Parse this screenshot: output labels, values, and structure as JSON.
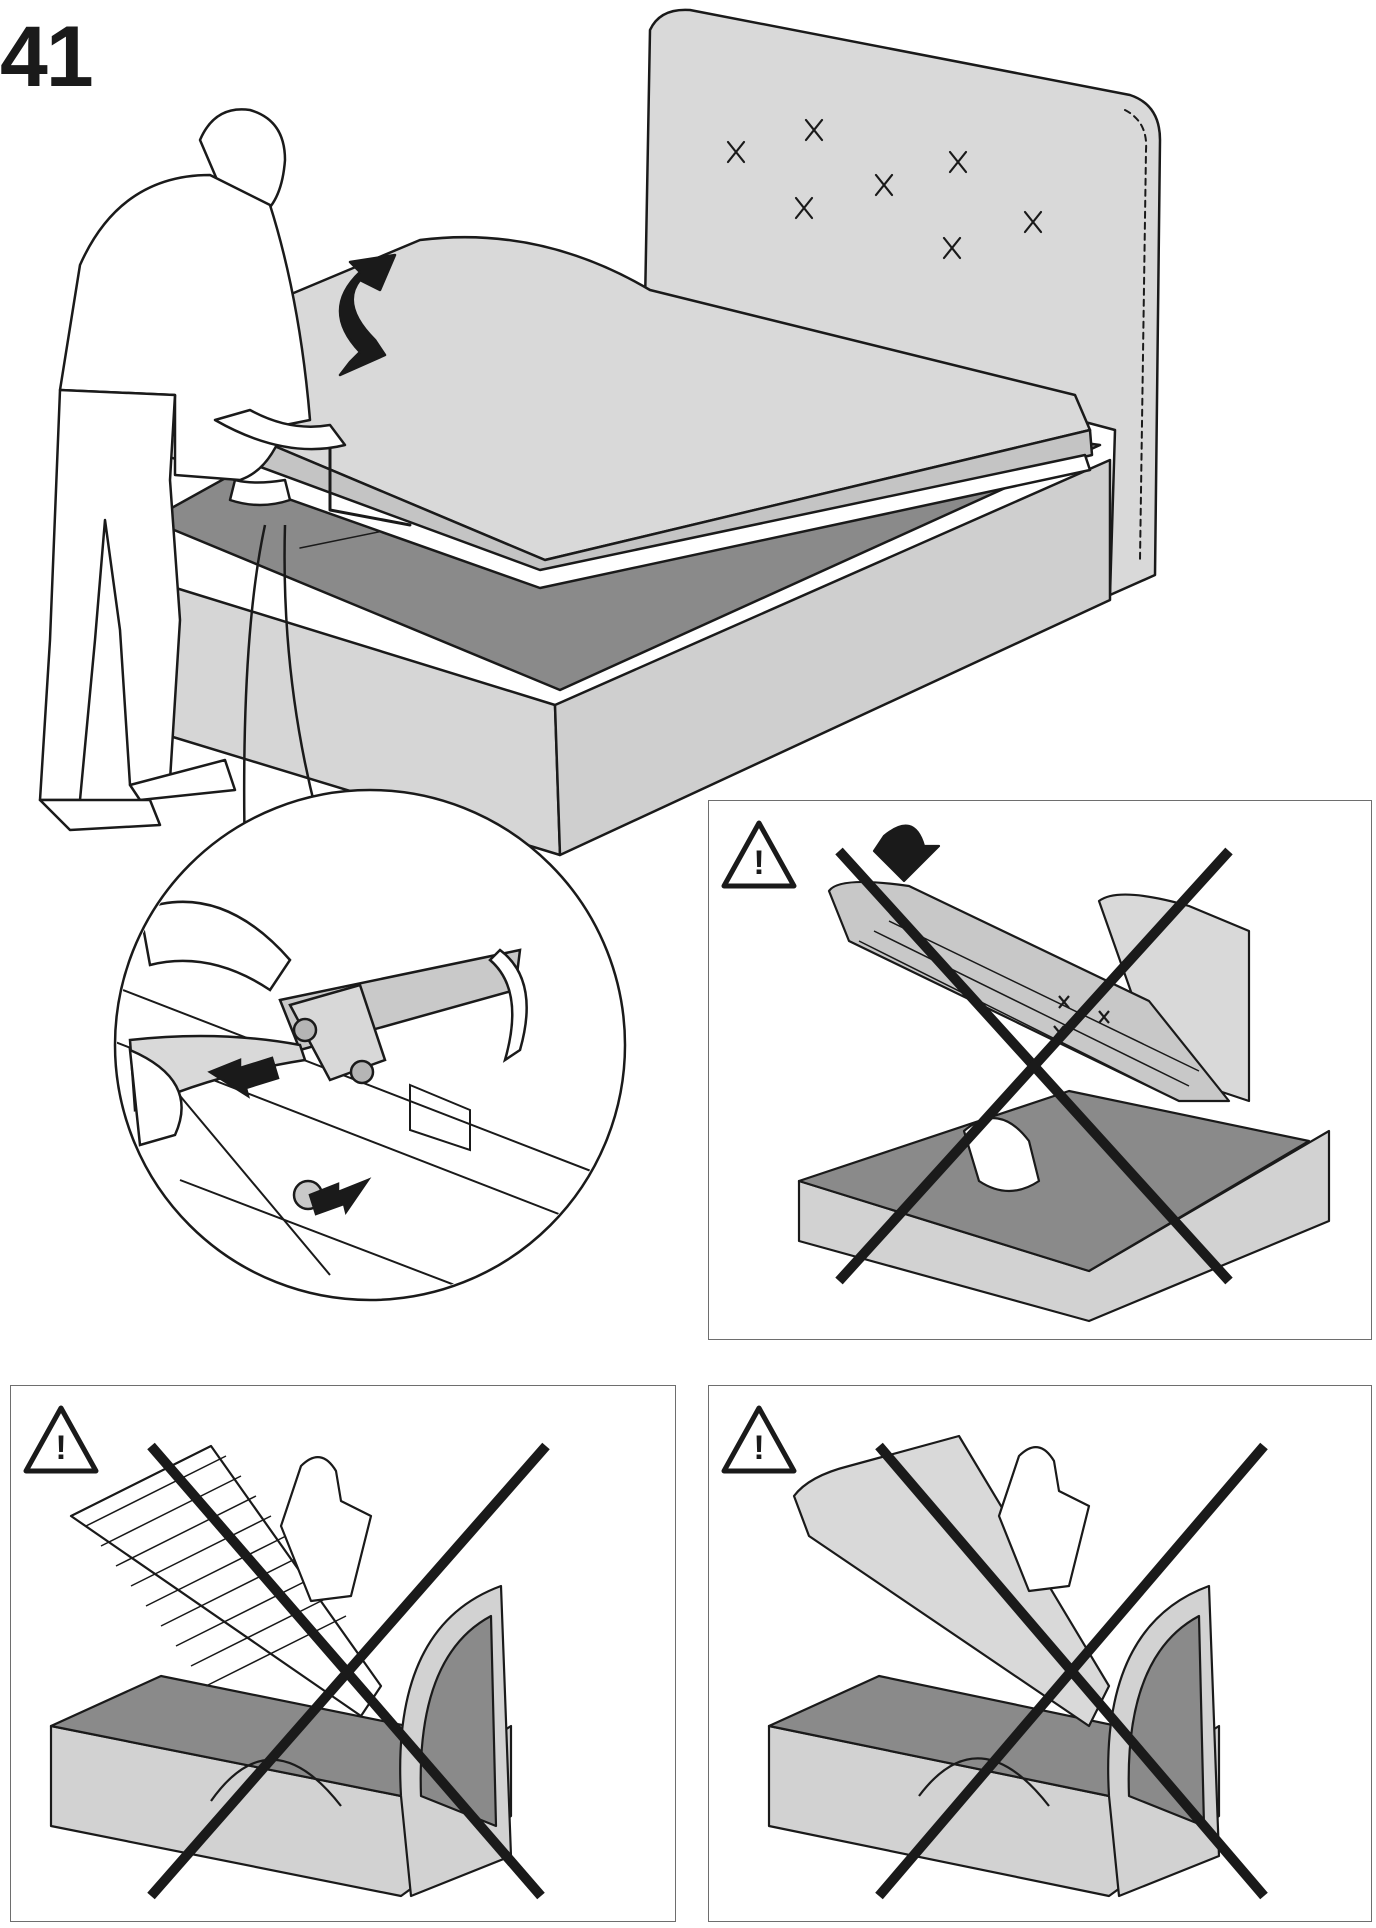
{
  "step": {
    "number": "41"
  },
  "main_illustration": {
    "icons": [
      "up-down-arrow-icon",
      "pull-left-arrow-icon",
      "push-right-arrow-icon"
    ]
  },
  "warning_panels": [
    {
      "icon": "warning-triangle-icon",
      "verdict": "prohibited-x"
    },
    {
      "icon": "warning-triangle-icon",
      "verdict": "prohibited-x"
    },
    {
      "icon": "warning-triangle-icon",
      "verdict": "prohibited-x"
    }
  ],
  "colors": {
    "line": "#1a1a1a",
    "fabric": "#d9d9d9",
    "shadow": "#b5b5b5",
    "dark": "#8a8a8a"
  }
}
